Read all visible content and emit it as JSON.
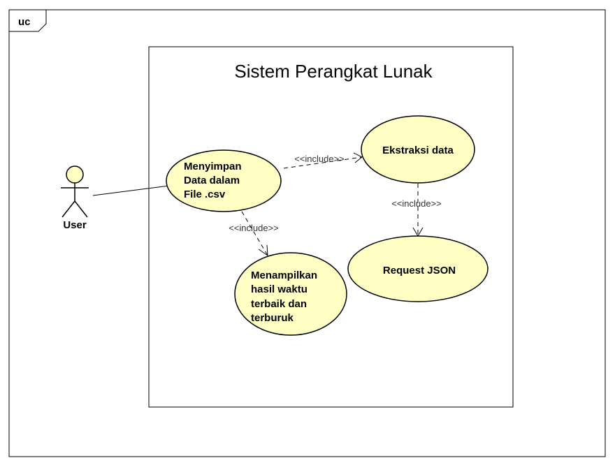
{
  "frame": {
    "tag": "uc"
  },
  "system": {
    "title": "Sistem Perangkat Lunak"
  },
  "actor": {
    "name": "User"
  },
  "use_cases": {
    "menyimpan": {
      "lines": [
        "Menyimpan",
        "Data dalam",
        "File .csv"
      ]
    },
    "ekstraksi": {
      "lines": [
        "Ekstraksi data"
      ]
    },
    "request": {
      "lines": [
        "Request JSON"
      ]
    },
    "menampilkan": {
      "lines": [
        "Menampilkan",
        "hasil waktu",
        "terbaik dan",
        "terburuk"
      ]
    }
  },
  "relations": {
    "include_1": "<<include>>",
    "include_2": "<<include>>",
    "include_3": "<<include>>"
  },
  "colors": {
    "use_case_fill": "#FFFFC3",
    "use_case_stroke": "#000000"
  }
}
